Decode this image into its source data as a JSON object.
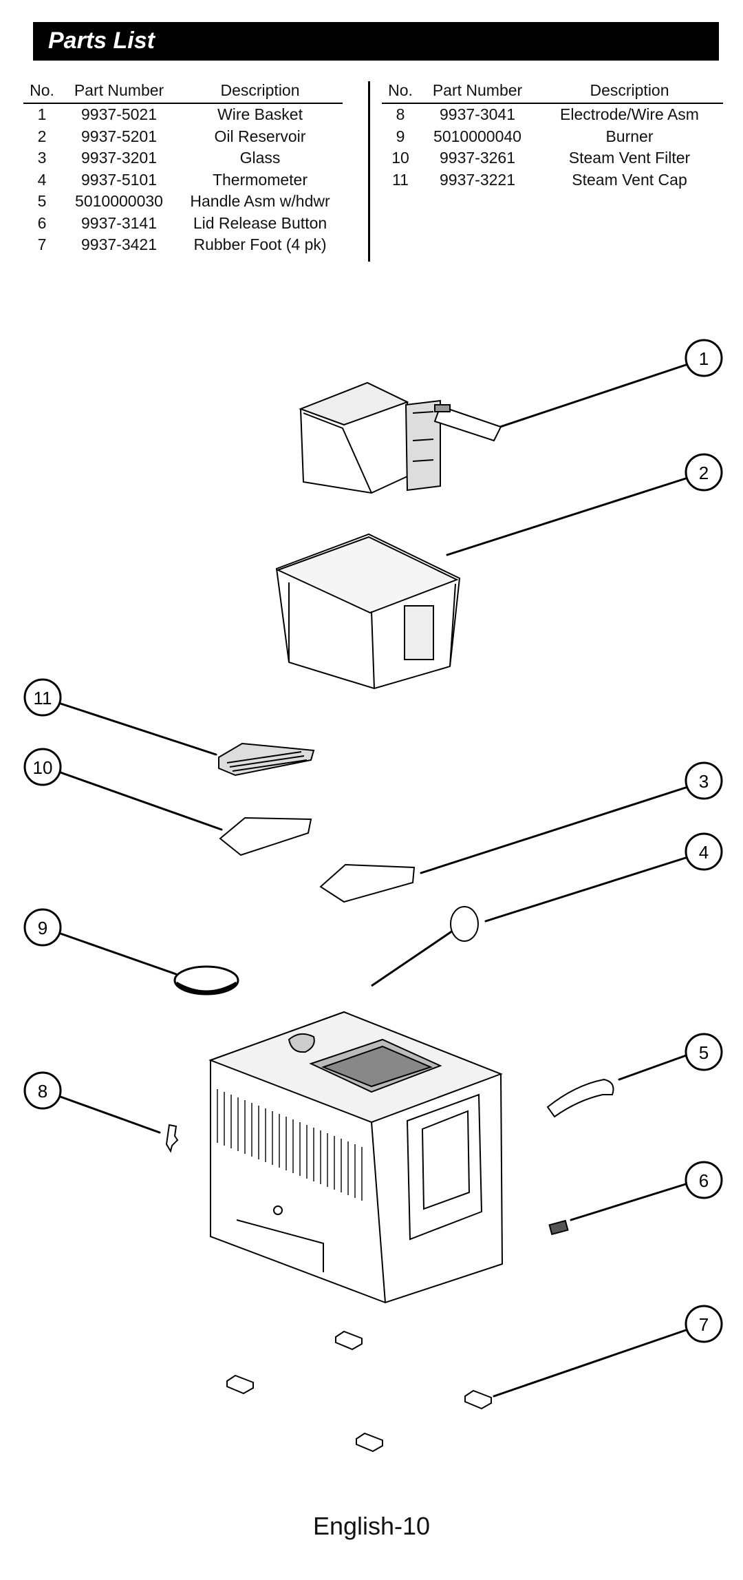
{
  "header": {
    "title": "Parts List"
  },
  "table": {
    "columns": [
      "No.",
      "Part Number",
      "Description"
    ],
    "left_rows": [
      {
        "no": "1",
        "part_number": "9937-5021",
        "description": "Wire Basket"
      },
      {
        "no": "2",
        "part_number": "9937-5201",
        "description": "Oil Reservoir"
      },
      {
        "no": "3",
        "part_number": "9937-3201",
        "description": "Glass"
      },
      {
        "no": "4",
        "part_number": "9937-5101",
        "description": "Thermometer"
      },
      {
        "no": "5",
        "part_number": "5010000030",
        "description": "Handle Asm w/hdwr"
      },
      {
        "no": "6",
        "part_number": "9937-3141",
        "description": "Lid Release Button"
      },
      {
        "no": "7",
        "part_number": "9937-3421",
        "description": "Rubber Foot (4 pk)"
      }
    ],
    "right_rows": [
      {
        "no": "8",
        "part_number": "9937-3041",
        "description": "Electrode/Wire Asm"
      },
      {
        "no": "9",
        "part_number": "5010000040",
        "description": "Burner"
      },
      {
        "no": "10",
        "part_number": "9937-3261",
        "description": "Steam Vent Filter"
      },
      {
        "no": "11",
        "part_number": "9937-3221",
        "description": "Steam Vent Cap"
      }
    ]
  },
  "diagram": {
    "callouts": [
      "1",
      "2",
      "3",
      "4",
      "5",
      "6",
      "7",
      "8",
      "9",
      "10",
      "11"
    ]
  },
  "footer": {
    "page_label": "English-10"
  }
}
